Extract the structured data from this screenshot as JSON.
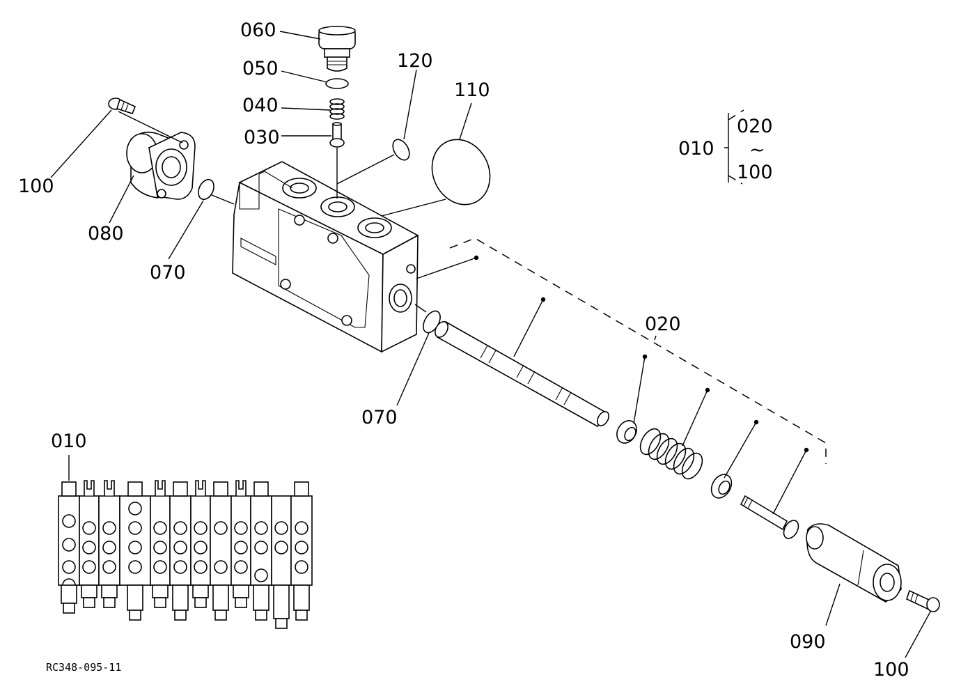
{
  "labels": {
    "p060": "060",
    "p050": "050",
    "p040": "040",
    "p030": "030",
    "p120": "120",
    "p110": "110",
    "p100_top": "100",
    "p080": "080",
    "p070_left": "070",
    "p070_mid": "070",
    "p020": "020",
    "p090": "090",
    "p100_bottom": "100",
    "p010_assembly": "010",
    "p010_legend": "010",
    "legend_from": "020",
    "legend_tilde": "~",
    "legend_to": "100"
  },
  "drawing_code": "RC348-095-11"
}
